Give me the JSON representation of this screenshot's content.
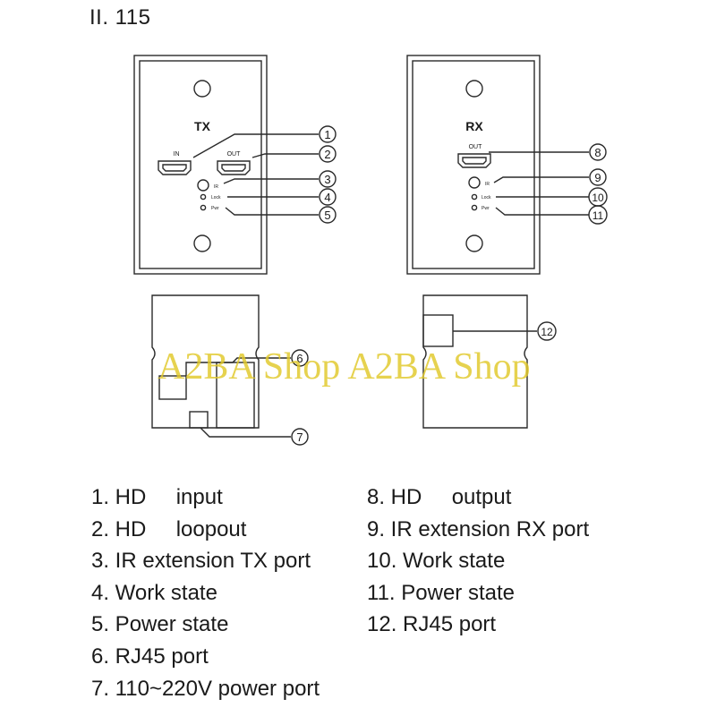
{
  "title": "II. 115",
  "tx_panel": {
    "title": "TX",
    "in_label": "IN",
    "out_label": "OUT",
    "ir_label": "IR",
    "lock_label": "Lock",
    "pwr_label": "Pwr",
    "callouts": [
      "1",
      "2",
      "3",
      "4",
      "5"
    ]
  },
  "rx_panel": {
    "title": "RX",
    "out_label": "OUT",
    "ir_label": "IR",
    "lock_label": "Lock",
    "pwr_label": "Pwr",
    "callouts": [
      "8",
      "9",
      "10",
      "11"
    ]
  },
  "tx_back": {
    "callouts": [
      "6",
      "7"
    ]
  },
  "rx_back": {
    "callouts": [
      "12"
    ]
  },
  "legend": {
    "left": [
      "1. HD     input",
      "2. HD     loopout",
      "3. IR extension TX port",
      "4. Work state",
      "5. Power state",
      "6. RJ45 port",
      "7. 110~220V power port"
    ],
    "right": [
      "8. HD     output",
      "9. IR extension RX port",
      "10. Work state",
      "11. Power state",
      "12. RJ45 port"
    ]
  },
  "watermark": "A2BA Shop A2BA Shop"
}
